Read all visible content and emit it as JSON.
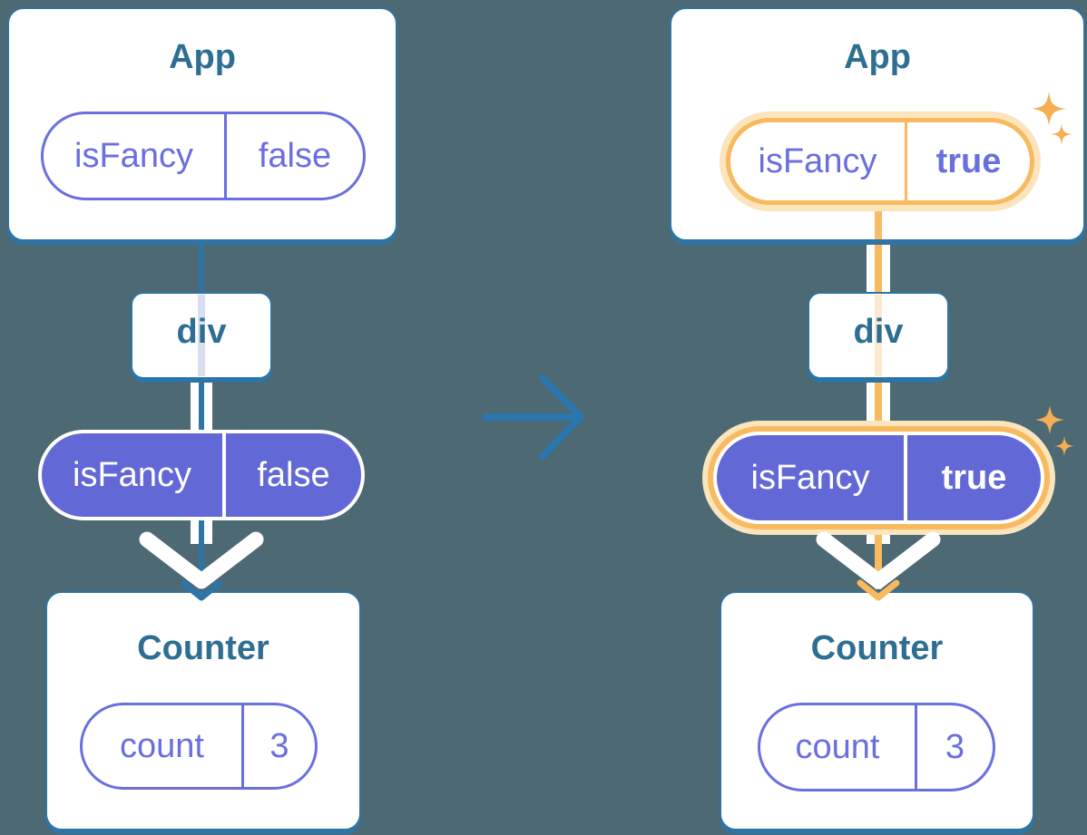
{
  "before_tree": {
    "app": {
      "title": "App",
      "prop_name": "isFancy",
      "prop_value": "false"
    },
    "div_node": {
      "label": "div"
    },
    "passed_prop": {
      "name": "isFancy",
      "value": "false"
    },
    "counter": {
      "title": "Counter",
      "state_name": "count",
      "state_value": "3"
    }
  },
  "after_tree": {
    "app": {
      "title": "App",
      "prop_name": "isFancy",
      "prop_value": "true"
    },
    "div_node": {
      "label": "div"
    },
    "passed_prop": {
      "name": "isFancy",
      "value": "true"
    },
    "counter": {
      "title": "Counter",
      "state_name": "count",
      "state_value": "3"
    }
  },
  "colors": {
    "background": "#4C6974",
    "edge_blue": "#2E74A4",
    "node_title_text": "#2F6E93",
    "prop_purple_fill": "#6268D6",
    "prop_purple_text": "#6A6FDF",
    "highlight_orange": "#F8B95F",
    "highlight_orange_light": "#FCE5BD",
    "sparkle_orange": "#F5AE52"
  },
  "icons": {
    "transition_arrow": "right-arrow-icon",
    "flow_arrow": "down-chevron-arrow-icon",
    "sparkles": "sparkle-stars-icon"
  }
}
